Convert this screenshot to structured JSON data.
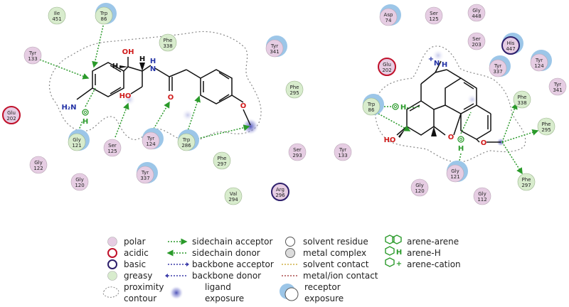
{
  "colors": {
    "polar": "#e6cde3",
    "acidic_ring": "#c0112a",
    "basic_ring": "#2d1f6b",
    "greasy": "#d8eccd",
    "receptor_exposure": "#9cc6e8",
    "ligand_exposure": "#3b3fb0",
    "hbond": "#2a9a2a",
    "oxygen": "#d01c1c",
    "nitrogen": "#2433a6"
  },
  "left_diagram": {
    "residues": [
      {
        "name": "Ile",
        "num": "451",
        "type": "greasy",
        "exposure": false
      },
      {
        "name": "Trp",
        "num": "86",
        "type": "greasy",
        "exposure": true
      },
      {
        "name": "Phe",
        "num": "338",
        "type": "greasy",
        "exposure": false
      },
      {
        "name": "Tyr",
        "num": "341",
        "type": "polar",
        "exposure": true
      },
      {
        "name": "Tyr",
        "num": "133",
        "type": "polar",
        "exposure": false
      },
      {
        "name": "Phe",
        "num": "295",
        "type": "greasy",
        "exposure": false
      },
      {
        "name": "Glu",
        "num": "202",
        "type": "acidic",
        "exposure": false
      },
      {
        "name": "Gly",
        "num": "121",
        "type": "greasy",
        "exposure": true
      },
      {
        "name": "Ser",
        "num": "125",
        "type": "polar",
        "exposure": false
      },
      {
        "name": "Tyr",
        "num": "124",
        "type": "polar",
        "exposure": true
      },
      {
        "name": "Trp",
        "num": "286",
        "type": "greasy",
        "exposure": true
      },
      {
        "name": "Gly",
        "num": "122",
        "type": "polar",
        "exposure": false
      },
      {
        "name": "Gly",
        "num": "120",
        "type": "polar",
        "exposure": false
      },
      {
        "name": "Tyr",
        "num": "337",
        "type": "polar",
        "exposure": true
      },
      {
        "name": "Phe",
        "num": "297",
        "type": "greasy",
        "exposure": false
      },
      {
        "name": "Ser",
        "num": "293",
        "type": "polar",
        "exposure": false
      },
      {
        "name": "Tyr",
        "num": "133",
        "type": "polar",
        "exposure": false
      },
      {
        "name": "Val",
        "num": "294",
        "type": "greasy",
        "exposure": false
      },
      {
        "name": "Arg",
        "num": "296",
        "type": "basic",
        "exposure": false
      }
    ],
    "atom_labels": {
      "oh_top": "OH",
      "h_left": "H",
      "h_right": "H",
      "nh": "N",
      "nh_h": "H",
      "oh_low": "HO",
      "carbonyl_o": "O",
      "methoxy_o": "O",
      "amine": "H₂N",
      "arene_h": "H"
    }
  },
  "right_diagram": {
    "residues": [
      {
        "name": "Asp",
        "num": "74",
        "type": "polar",
        "exposure": true
      },
      {
        "name": "Ser",
        "num": "125",
        "type": "polar",
        "exposure": false
      },
      {
        "name": "Gly",
        "num": "448",
        "type": "polar",
        "exposure": false
      },
      {
        "name": "Ser",
        "num": "203",
        "type": "polar",
        "exposure": false
      },
      {
        "name": "His",
        "num": "447",
        "type": "basic",
        "exposure": true
      },
      {
        "name": "Glu",
        "num": "202",
        "type": "acidic",
        "exposure": false
      },
      {
        "name": "Tyr",
        "num": "337",
        "type": "polar",
        "exposure": true
      },
      {
        "name": "Tyr",
        "num": "124",
        "type": "polar",
        "exposure": true
      },
      {
        "name": "Tyr",
        "num": "341",
        "type": "polar",
        "exposure": false
      },
      {
        "name": "Trp",
        "num": "86",
        "type": "greasy",
        "exposure": true
      },
      {
        "name": "Phe",
        "num": "338",
        "type": "greasy",
        "exposure": false
      },
      {
        "name": "Phe",
        "num": "295",
        "type": "greasy",
        "exposure": false
      },
      {
        "name": "Phe",
        "num": "297",
        "type": "greasy",
        "exposure": false
      },
      {
        "name": "Gly",
        "num": "121",
        "type": "polar",
        "exposure": true
      },
      {
        "name": "Gly",
        "num": "120",
        "type": "polar",
        "exposure": false
      },
      {
        "name": "Gly",
        "num": "112",
        "type": "polar",
        "exposure": false
      }
    ],
    "atom_labels": {
      "n_plus": "+",
      "n": "N",
      "n_h": "H",
      "oh": "HO",
      "ring_o": "O",
      "ether_o": "O",
      "trp_h": "H",
      "gly_h": "H"
    }
  },
  "legend": {
    "col1": [
      {
        "label": "polar",
        "swatch": "polar"
      },
      {
        "label": "acidic",
        "swatch": "acidic"
      },
      {
        "label": "basic",
        "swatch": "basic"
      },
      {
        "label": "greasy",
        "swatch": "greasy"
      },
      {
        "label": "proximity\ncontour",
        "swatch": "contour"
      }
    ],
    "col1_labels": [
      "polar",
      "acidic",
      "basic",
      "greasy",
      "proximity",
      "contour"
    ],
    "col2_labels": [
      "sidechain acceptor",
      "sidechain donor",
      "backbone acceptor",
      "backbone donor",
      "ligand",
      "exposure"
    ],
    "col3_labels": [
      "solvent residue",
      "metal complex",
      "solvent contact",
      "metal/ion contact",
      "receptor",
      "exposure"
    ],
    "col4_labels": [
      "arene-arene",
      "arene-H",
      "arene-cation"
    ],
    "col4_glyph_letters": [
      "H",
      "+"
    ]
  }
}
